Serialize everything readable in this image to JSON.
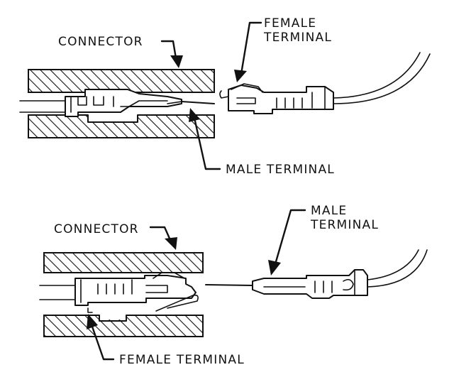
{
  "top_view": {
    "connector_label": "CONNECTOR",
    "female_label_line1": "FEMALE",
    "female_label_line2": "TERMINAL",
    "male_label": "MALE TERMINAL"
  },
  "bottom_view": {
    "connector_label": "CONNECTOR",
    "male_label_line1": "MALE",
    "male_label_line2": "TERMINAL",
    "female_label": "FEMALE TERMINAL"
  }
}
